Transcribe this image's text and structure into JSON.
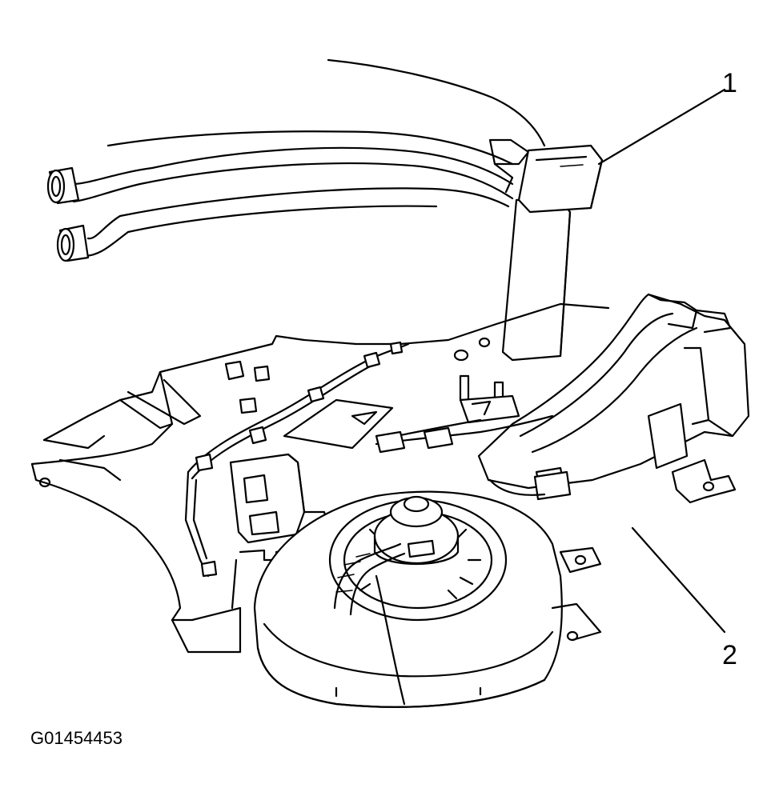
{
  "callouts": [
    {
      "id": "1",
      "label": "1"
    },
    {
      "id": "2",
      "label": "2"
    }
  ],
  "figure_id": "G01454453"
}
